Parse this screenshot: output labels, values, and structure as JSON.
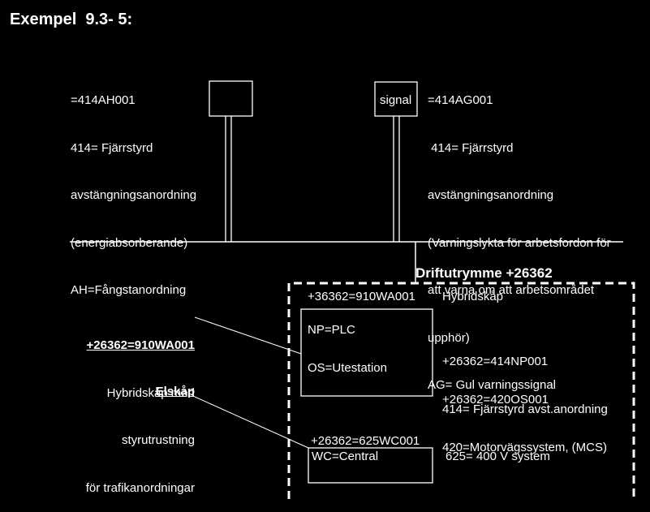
{
  "title": "Exempel  9.3- 5:",
  "left_device": {
    "lines": [
      "=414AH001",
      "414= Fjärrstyrd",
      "avstängningsanordning",
      "(energiabsorberande)",
      "AH=Fångstanordning"
    ]
  },
  "right_device": {
    "box_label": "signal",
    "lines": [
      "=414AG001",
      " 414= Fjärrstyrd",
      "avstängningsanordning",
      "(Varningslykta för arbetsfordon för",
      "att varna om att arbetsområdet",
      "upphör)",
      "AG= Gul varningssignal"
    ]
  },
  "room": {
    "title": "Driftutrymme +26362"
  },
  "cabinet": {
    "code": "+36362=910WA001",
    "name": "Hybridskåp",
    "np_label": "NP=PLC",
    "np_desc": [
      "+26362=414NP001",
      "414= Fjärrstyrd avst.anordning"
    ],
    "os_label": "OS=Utestation",
    "os_desc": [
      "+26362=420OS001",
      "420=Motorvägssystem, (MCS)"
    ]
  },
  "central": {
    "code": "+26362=625WC001",
    "label": "WC=Central",
    "desc": "625= 400 V system"
  },
  "callout_cabinet": {
    "code": "+26362=910WA001",
    "lines": [
      "Hybridskåp med",
      "styrutrustning",
      "för trafikanordningar"
    ]
  },
  "callout_elskap": {
    "label": "Elskåp"
  },
  "colors": {
    "background": "#000000",
    "foreground": "#ffffff"
  }
}
